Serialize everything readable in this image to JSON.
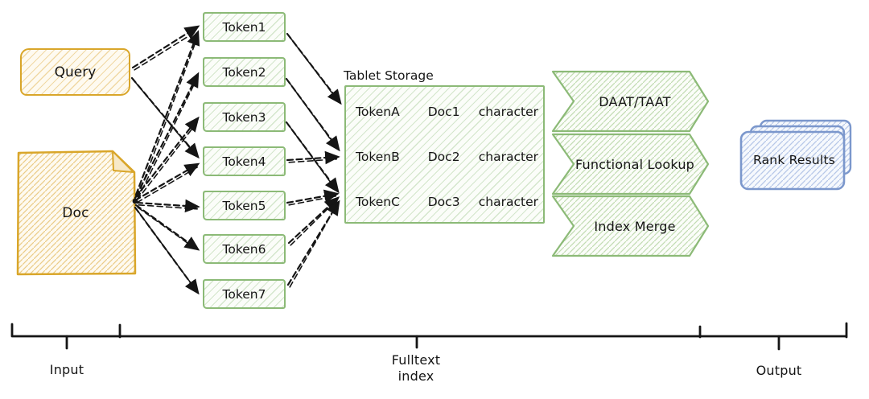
{
  "colors": {
    "gold": "#D9A62A",
    "green": "#8CBA77",
    "blue": "#7B97CC",
    "ink": "#151515"
  },
  "input": {
    "query_label": "Query",
    "doc_label": "Doc"
  },
  "tokens": {
    "items": [
      "Token1",
      "Token2",
      "Token3",
      "Token4",
      "Token5",
      "Token6",
      "Token7"
    ]
  },
  "tablet": {
    "title": "Tablet Storage",
    "rows": [
      {
        "token": "TokenA",
        "doc": "Doc1",
        "char": "character"
      },
      {
        "token": "TokenB",
        "doc": "Doc2",
        "char": "character"
      },
      {
        "token": "TokenC",
        "doc": "Doc3",
        "char": "character"
      }
    ]
  },
  "operations": {
    "items": [
      "DAAT/TAAT",
      "Functional Lookup",
      "Index Merge"
    ]
  },
  "output": {
    "rank_label": "Rank Results"
  },
  "axis": {
    "sections": [
      {
        "label": "Input"
      },
      {
        "label": "Fulltext index"
      },
      {
        "label": "Output"
      }
    ]
  }
}
